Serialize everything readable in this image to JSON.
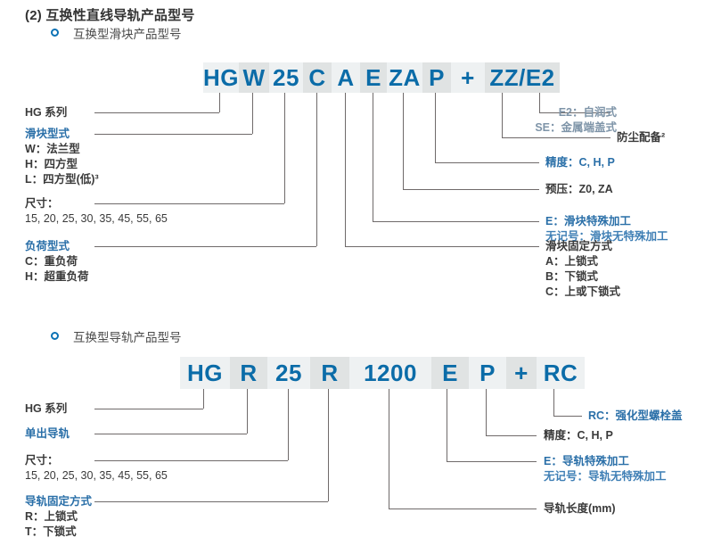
{
  "sections": [
    {
      "id": "block-slider",
      "number": "(2)",
      "title": "互换性直线导轨产品型号",
      "subtitle": "互换型滑块产品型号",
      "bullet_icon": "ring-bullet-icon",
      "accent_color": "#0b72b5",
      "code_boxes": [
        {
          "text": "HG",
          "shade": "a"
        },
        {
          "text": "W",
          "shade": "b"
        },
        {
          "text": "25",
          "shade": "a"
        },
        {
          "text": "C",
          "shade": "b"
        },
        {
          "text": "A",
          "shade": "a"
        },
        {
          "text": "E",
          "shade": "b"
        },
        {
          "text": "ZA",
          "shade": "a"
        },
        {
          "text": "P",
          "shade": "b"
        },
        {
          "text": "+",
          "shade": "a"
        },
        {
          "text": "ZZ/E2",
          "shade": "b"
        }
      ],
      "left_notes": [
        {
          "head": "HG 系列",
          "head_style": "dark",
          "items": []
        },
        {
          "head": "滑块型式",
          "head_style": "blue",
          "items": [
            "W：法兰型",
            "H：四方型",
            "L：四方型(低)³"
          ]
        },
        {
          "head": "尺寸：",
          "head_style": "dark",
          "items": [
            "15, 20, 25, 30, 35, 45, 55, 65"
          ]
        },
        {
          "head": "负荷型式",
          "head_style": "blue",
          "items": [
            "C：重负荷",
            "H：超重负荷"
          ]
        }
      ],
      "right_notes": [
        {
          "head": "E2：自润式",
          "head_style": "grayblue",
          "items": [
            "SE：金属端盖式"
          ]
        },
        {
          "head": "防尘配备²",
          "head_style": "dark",
          "items": []
        },
        {
          "head": "精度：C, H, P",
          "head_style": "blue",
          "items": []
        },
        {
          "head": "预压：Z0, ZA",
          "head_style": "dark",
          "items": []
        },
        {
          "head": "E：滑块特殊加工",
          "head_style": "blue",
          "items": [
            "无记号：滑块无特殊加工"
          ]
        },
        {
          "head": "滑块固定方式",
          "head_style": "dark",
          "items": [
            "A：上锁式",
            "B：下锁式",
            "C：上或下锁式"
          ]
        }
      ]
    },
    {
      "id": "block-rail",
      "number": "",
      "title": "",
      "subtitle": "互换型导轨产品型号",
      "bullet_icon": "ring-bullet-icon",
      "accent_color": "#0b72b5",
      "code_boxes": [
        {
          "text": "HG",
          "shade": "a"
        },
        {
          "text": "R",
          "shade": "b"
        },
        {
          "text": "25",
          "shade": "a"
        },
        {
          "text": "R",
          "shade": "b"
        },
        {
          "text": "1200",
          "shade": "a"
        },
        {
          "text": "E",
          "shade": "b"
        },
        {
          "text": "P",
          "shade": "a"
        },
        {
          "text": "+",
          "shade": "b"
        },
        {
          "text": "RC",
          "shade": "a"
        }
      ],
      "left_notes": [
        {
          "head": "HG 系列",
          "head_style": "dark",
          "items": []
        },
        {
          "head": "单出导轨",
          "head_style": "blue",
          "items": []
        },
        {
          "head": "尺寸：",
          "head_style": "dark",
          "items": [
            "15, 20, 25, 30, 35, 45, 55, 65"
          ]
        },
        {
          "head": "导轨固定方式",
          "head_style": "blue",
          "items": [
            "R：上锁式",
            "T：下锁式"
          ]
        }
      ],
      "right_notes": [
        {
          "head": "RC：强化型螺栓盖",
          "head_style": "blue",
          "items": []
        },
        {
          "head": "精度：C, H, P",
          "head_style": "dark",
          "items": []
        },
        {
          "head": "E：导轨特殊加工",
          "head_style": "blue",
          "items": [
            "无记号：导轨无特殊加工"
          ]
        },
        {
          "head": "导轨长度(mm)",
          "head_style": "dark",
          "items": []
        }
      ]
    }
  ]
}
